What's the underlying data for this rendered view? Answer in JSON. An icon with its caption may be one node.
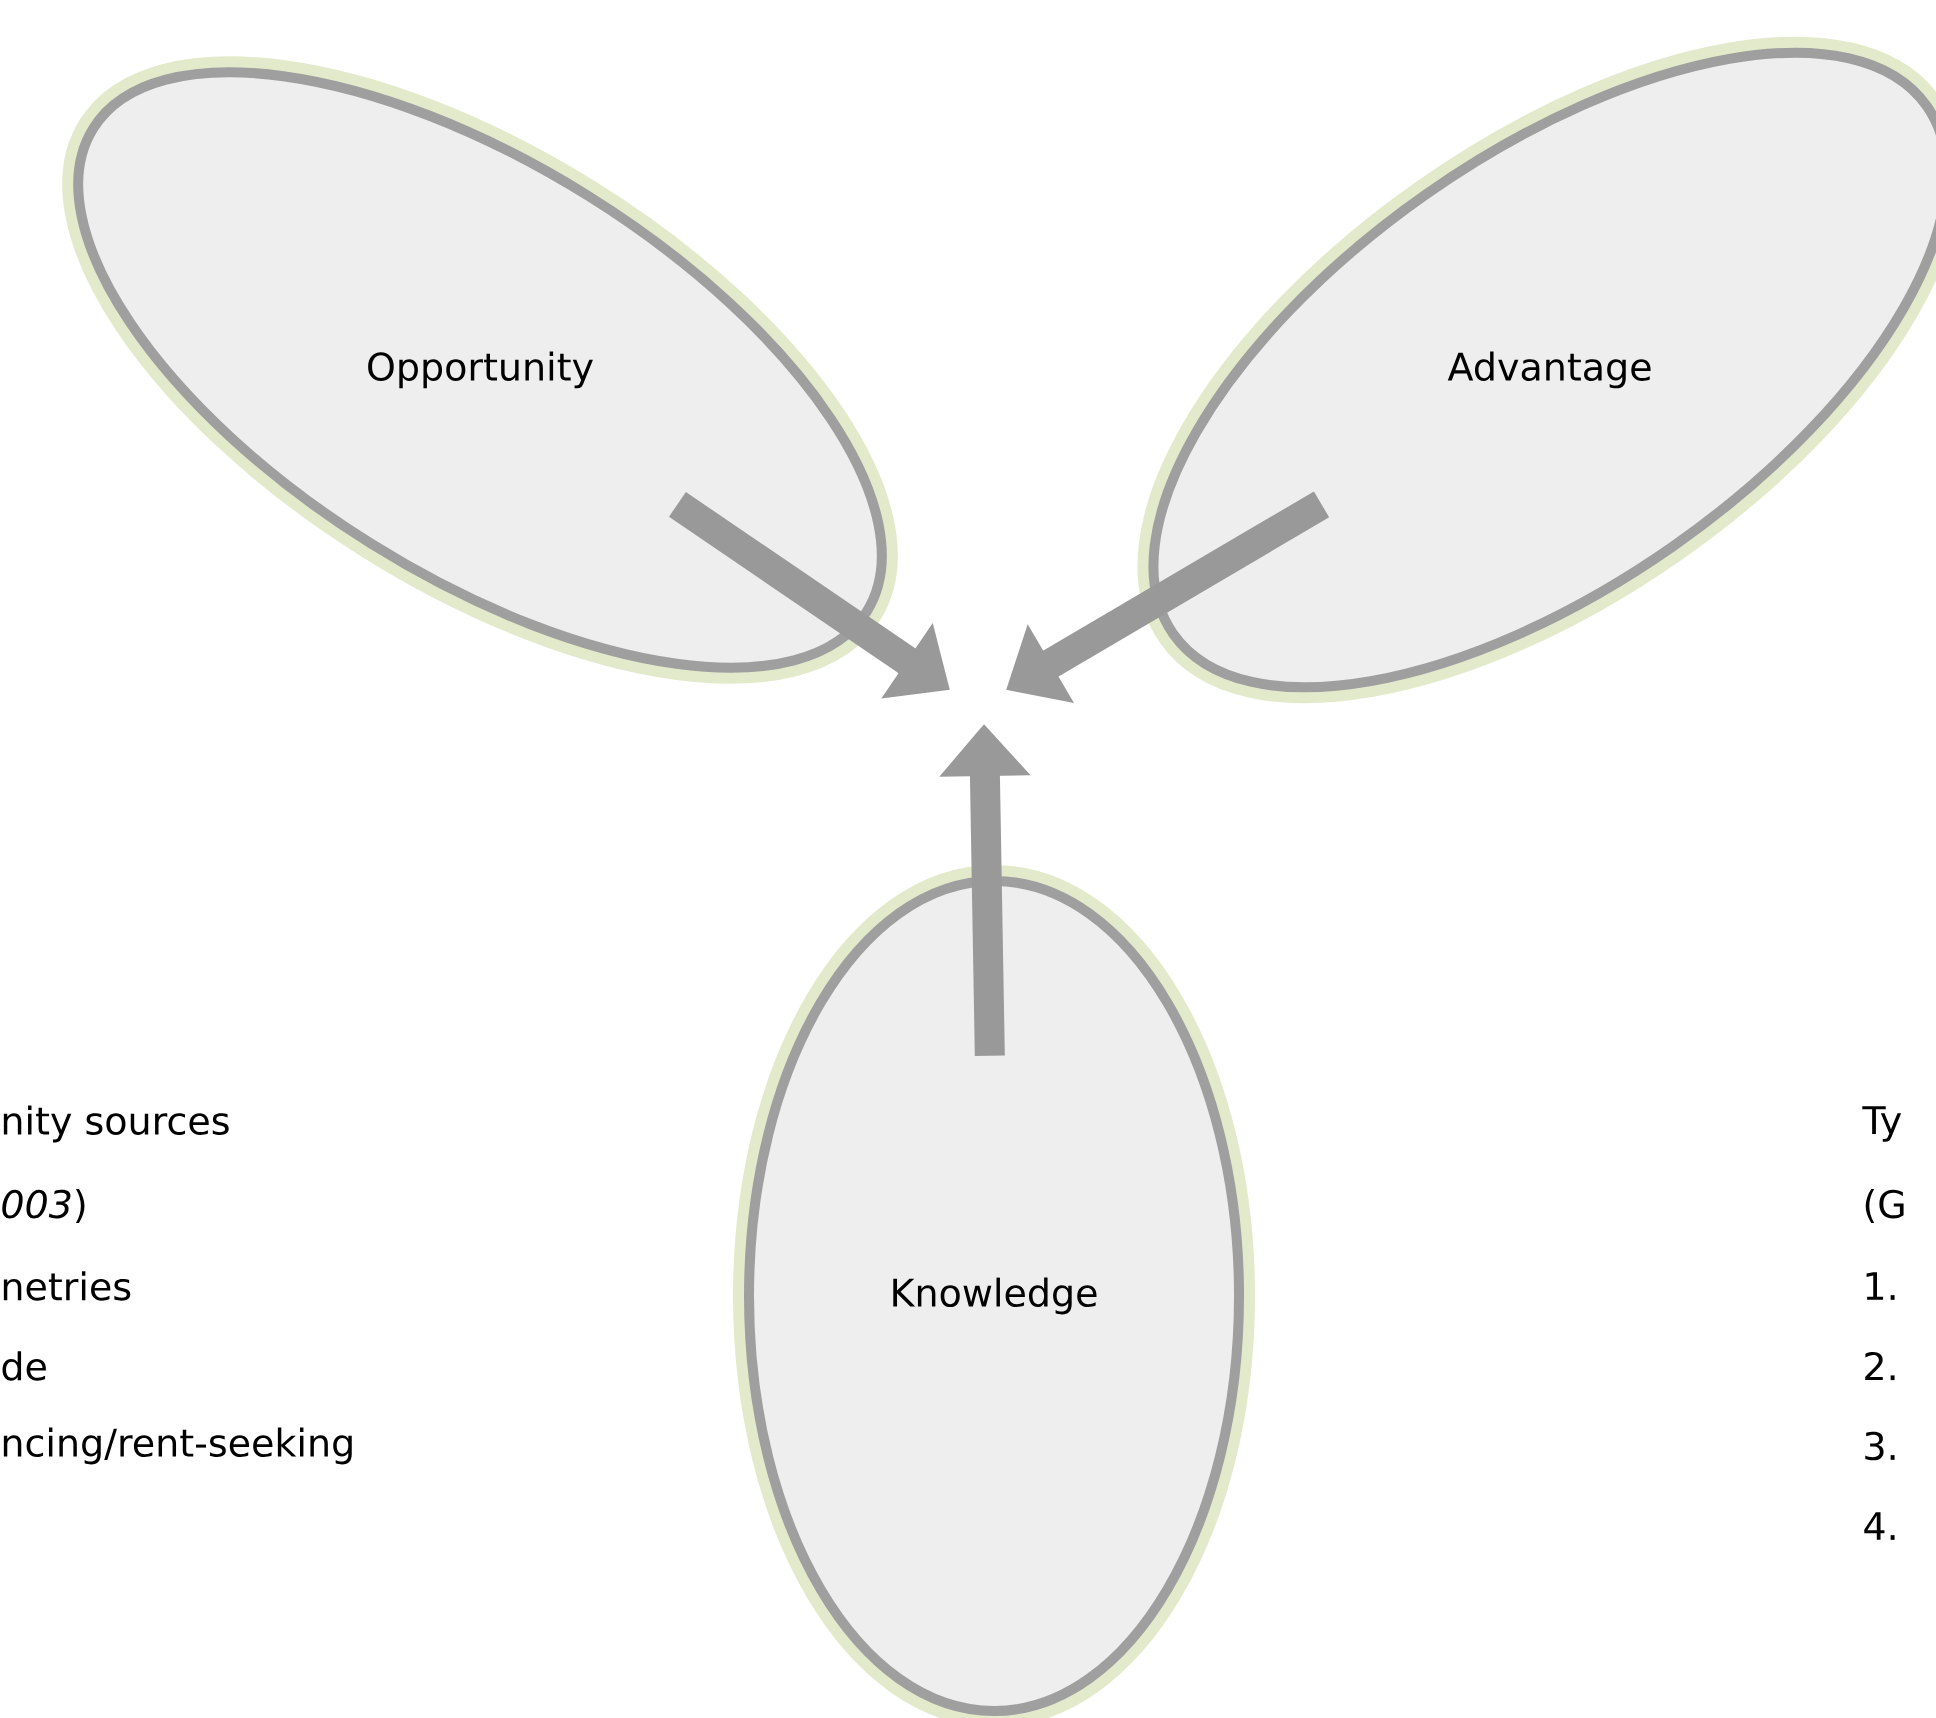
{
  "diagram": {
    "nodes": [
      {
        "text": [
          "Opportunity"
        ]
      },
      {
        "text": [
          "Advantage"
        ]
      },
      {
        "text": [
          "Knowledge"
        ]
      }
    ],
    "edges": [
      {
        "from": 0,
        "to": null,
        "arrow": "to"
      },
      {
        "from": 1,
        "to": null,
        "arrow": "to"
      },
      {
        "from": 2,
        "to": null,
        "arrow": "to"
      }
    ],
    "labels": [
      "nity sources",
      "*003*)",
      "netries",
      "de",
      "ncing/rent-seeking",
      "Ty",
      "(G",
      "1.",
      "2.",
      "3.",
      "4."
    ]
  }
}
